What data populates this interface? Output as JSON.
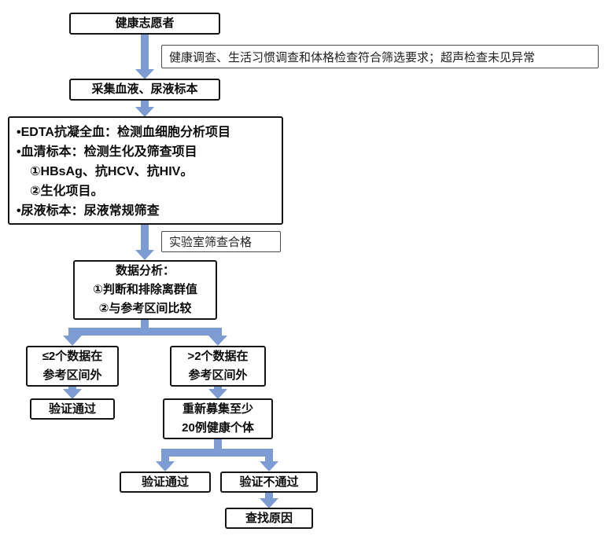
{
  "colors": {
    "arrow": "#7d9cd4",
    "box_border": "#161616",
    "note_border": "#4a4a4a"
  },
  "nodes": {
    "volunteer": {
      "label": "健康志愿者"
    },
    "screen_note": {
      "label": "健康调查、生活习惯调查和体格检查符合筛选要求；超声检查未见异常"
    },
    "collect": {
      "label": "采集血液、尿液标本"
    },
    "tests": {
      "lines": [
        "•EDTA抗凝全血：检测血细胞分析项目",
        "•血清标本：检测生化及筛查项目",
        "①HBsAg、抗HCV、抗HIV。",
        "②生化项目。",
        "•尿液标本：尿液常规筛查"
      ]
    },
    "lab_note": {
      "label": "实验室筛查合格"
    },
    "analysis": {
      "lines": [
        "数据分析：",
        "①判断和排除离群值",
        "②与参考区间比较"
      ]
    },
    "le2": {
      "lines": [
        "≤2个数据在",
        "参考区间外"
      ]
    },
    "gt2": {
      "lines": [
        ">2个数据在",
        "参考区间外"
      ]
    },
    "pass_left": {
      "label": "验证通过"
    },
    "recruit": {
      "lines": [
        "重新募集至少",
        "20例健康个体"
      ]
    },
    "pass_right": {
      "label": "验证通过"
    },
    "fail": {
      "label": "验证不通过"
    },
    "cause": {
      "label": "查找原因"
    }
  }
}
